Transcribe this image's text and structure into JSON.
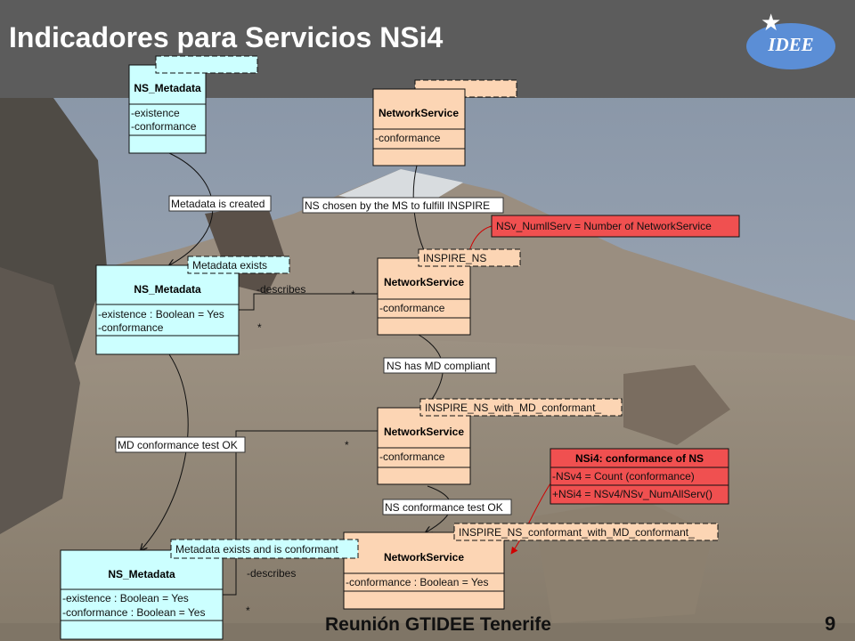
{
  "title": "Indicadores para Servicios NSi4",
  "logo": {
    "text": "IDEE"
  },
  "footer": {
    "text": "Reunión GTIDEE Tenerife",
    "page": "9"
  },
  "colors": {
    "metadata_fill": "#ccffff",
    "service_fill": "#fcd5b4",
    "note_red": "#f05050",
    "header": "#5c5c5c"
  },
  "classes": {
    "ns_metadata_1": {
      "name": "NS_Metadata",
      "attrs": [
        "-existence",
        "-conformance"
      ]
    },
    "network_service_1": {
      "name": "NetworkService",
      "attrs": [
        "-conformance"
      ]
    },
    "ns_metadata_2": {
      "name": "NS_Metadata",
      "attrs": [
        "-existence : Boolean = Yes",
        "-conformance"
      ]
    },
    "network_service_2": {
      "name": "NetworkService",
      "attrs": [
        "-conformance"
      ]
    },
    "network_service_3": {
      "name": "NetworkService",
      "attrs": [
        "-conformance"
      ]
    },
    "ns_metadata_3": {
      "name": "NS_Metadata",
      "attrs": [
        "-existence : Boolean = Yes",
        "-conformance : Boolean = Yes"
      ]
    },
    "network_service_4": {
      "name": "NetworkService",
      "attrs": [
        "-conformance : Boolean = Yes"
      ]
    }
  },
  "stereotypes": {
    "inspire_ns": "INSPIRE_NS",
    "inspire_ns_md": "INSPIRE_NS_with_MD_conformant_",
    "inspire_ns_conformant": "INSPIRE_NS_conformant_with_MD_conformant_",
    "metadata_exists": "Metadata exists",
    "metadata_exists_conformant": "Metadata exists and is conformant"
  },
  "transitions": {
    "metadata_created": "Metadata is created",
    "ns_chosen": "NS chosen by the MS to fulfill INSPIRE",
    "ns_has_md": "NS has MD compliant",
    "md_test_ok": "MD conformance test OK",
    "ns_test_ok": "NS conformance test OK"
  },
  "associations": {
    "describes_1": "-describes",
    "describes_2": "-describes",
    "multiplicity": "*"
  },
  "notes": {
    "numallserv": "NSv_NumllServ = Number of NetworkService",
    "nsi4_title": "NSi4: conformance of NS",
    "nsi4_line1": "-NSv4 = Count (conformance)",
    "nsi4_line2": "+NSi4 = NSv4/NSv_NumAllServ()"
  }
}
